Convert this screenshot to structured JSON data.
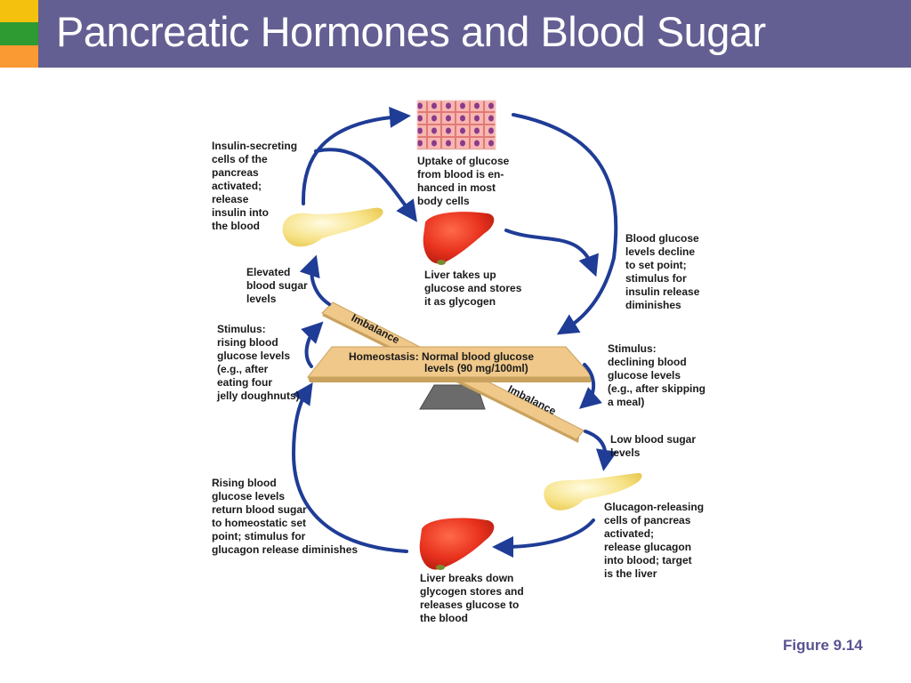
{
  "slide": {
    "title": "Pancreatic Hormones and Blood Sugar",
    "figure_label": "Figure 9.14",
    "colors": {
      "title_bar": "#635f92",
      "stripe_yellow": "#f4c20e",
      "stripe_green": "#2e9a32",
      "stripe_orange": "#f99a32",
      "arrow": "#1f3c96",
      "seesaw": "#efc88a",
      "liver": "#e8321e",
      "pancreas": "#f7e38a"
    }
  },
  "diagram": {
    "labels": {
      "insulin_secreting": "Insulin-secreting\ncells of the\npancreas\nactivated;\nrelease\ninsulin into\nthe blood",
      "uptake_glucose": "Uptake of glucose\nfrom blood is en-\nhanced in most\nbody cells",
      "liver_takes_up": "Liver takes up\nglucose and stores\nit as glycogen",
      "glucose_decline": "Blood glucose\nlevels decline\nto set point;\nstimulus for\ninsulin release\ndiminishes",
      "elevated_sugar": "Elevated\nblood sugar\nlevels",
      "stimulus_rising": "Stimulus:\nrising blood\nglucose levels\n(e.g., after\neating four\njelly doughnuts)",
      "stimulus_declining": "Stimulus:\ndeclining blood\nglucose levels\n(e.g., after skipping\na meal)",
      "low_sugar": "Low blood sugar\nlevels",
      "glucagon_releasing": "Glucagon-releasing\ncells of pancreas\nactivated;\nrelease glucagon\ninto blood; target\nis the liver",
      "rising_return": "Rising blood\nglucose levels\nreturn blood sugar\nto homeostatic set\npoint; stimulus for\nglucagon release diminishes",
      "liver_breaks_down": "Liver breaks down\nglycogen stores and\nreleases glucose to\nthe blood"
    },
    "seesaw": {
      "homeostasis_line1": "Homeostasis: Normal blood glucose",
      "homeostasis_line2": "levels (90 mg/100ml)",
      "imbalance_top": "Imbalance",
      "imbalance_bottom": "Imbalance"
    }
  }
}
